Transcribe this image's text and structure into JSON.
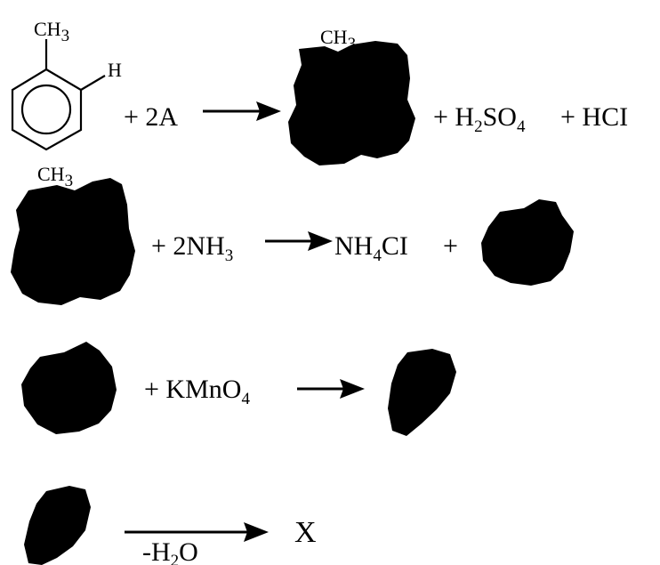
{
  "reaction_1": {
    "reactant": {
      "methyl_label": "CH",
      "methyl_sub": "3",
      "h_label": "H"
    },
    "plus_reagent": "+ 2A",
    "product_label": "CH",
    "product_label_sub": "3",
    "plus_h2so4": {
      "prefix": "+ H",
      "sub1": "2",
      "mid": "SO",
      "sub2": "4"
    },
    "plus_hcl": "+  HCI"
  },
  "reaction_2": {
    "reactant_label": "CH",
    "reactant_label_sub": "3",
    "plus_nh3": {
      "prefix": "+  2NH",
      "sub": "3"
    },
    "product_nh4cl": {
      "prefix": "NH",
      "sub": "4",
      "suffix": "CI"
    },
    "plus": "+"
  },
  "reaction_3": {
    "plus_kmno4": {
      "prefix": "+  KMnO",
      "sub": "4"
    }
  },
  "reaction_4": {
    "condition": {
      "prefix": "-H",
      "sub": "2",
      "suffix": "O"
    },
    "product": "X"
  },
  "colors": {
    "ink": "#000000",
    "background": "#ffffff"
  }
}
